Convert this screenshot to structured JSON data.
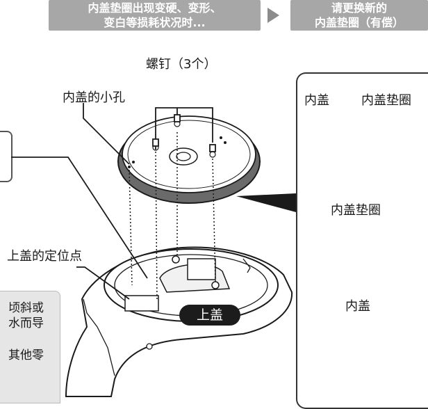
{
  "banner_left": {
    "line1": "内盖垫圈出现变硬、变形、",
    "line2": "变白等损耗状况时..."
  },
  "banner_right": {
    "line1": "请更换新的",
    "line2": "内盖垫圈（有偿）"
  },
  "labels": {
    "screws": "螺钉（3个）",
    "small_hole": "内盖的小孔",
    "positioning_point": "上盖的定位点",
    "upper_lid": "上盖"
  },
  "panel": {
    "inner_lid": "内盖",
    "inner_lid_gasket": "内盖垫圈",
    "gasket_title": "内盖垫圈",
    "lid_title": "内盖"
  },
  "note": {
    "line1": "顷斜或",
    "line2": "水而导",
    "line3": "其他零"
  },
  "colors": {
    "banner": "#a7a7a7",
    "badge": "#1c1c1c",
    "note_bg": "#e6e6e6"
  }
}
